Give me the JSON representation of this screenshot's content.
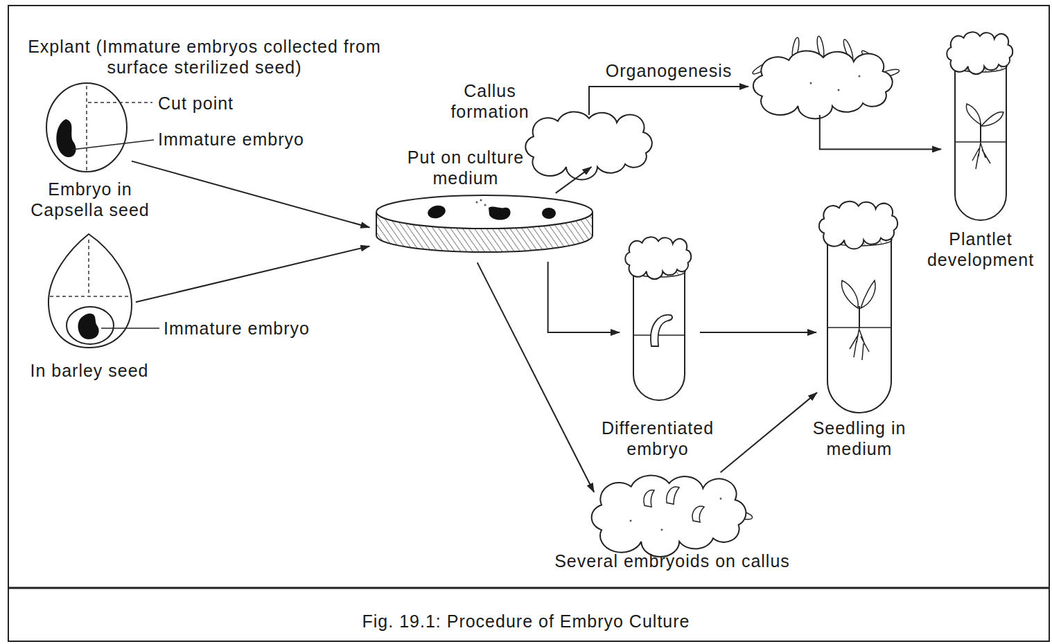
{
  "diagram": {
    "caption": "Fig. 19.1: Procedure of Embryo Culture",
    "nodes": [
      {
        "text": [
          "Embryo in Capsella seed"
        ]
      },
      {
        "text": [
          "In barley seed"
        ]
      },
      {
        "text": [
          "Put on culture medium"
        ]
      },
      {
        "text": [
          "Callus formation"
        ]
      },
      {
        "text": []
      },
      {
        "text": [
          "Plantlet development"
        ]
      },
      {
        "text": [
          "Differentiated embryo"
        ]
      },
      {
        "text": [
          "Seedling in medium"
        ]
      },
      {
        "text": [
          "Several embryoids on callus"
        ]
      }
    ],
    "edges": [
      {
        "from": 0,
        "to": 2,
        "arrow": "to"
      },
      {
        "from": 1,
        "to": 2,
        "arrow": "to"
      },
      {
        "from": 2,
        "to": 3,
        "arrow": "to"
      },
      {
        "from": 3,
        "to": 4,
        "label": "Organogenesis",
        "arrow": "to"
      },
      {
        "from": 4,
        "to": 5,
        "arrow": "to"
      },
      {
        "from": 2,
        "to": 6,
        "arrow": "to"
      },
      {
        "from": 6,
        "to": 7,
        "arrow": "to"
      },
      {
        "from": 2,
        "to": 8,
        "arrow": "to"
      },
      {
        "from": 8,
        "to": 7,
        "arrow": "to"
      }
    ],
    "labels": [
      "Explant (Immature embryos collected from surface sterilized seed)",
      "Cut point",
      "Immature embryo",
      "Immature embryo"
    ]
  }
}
